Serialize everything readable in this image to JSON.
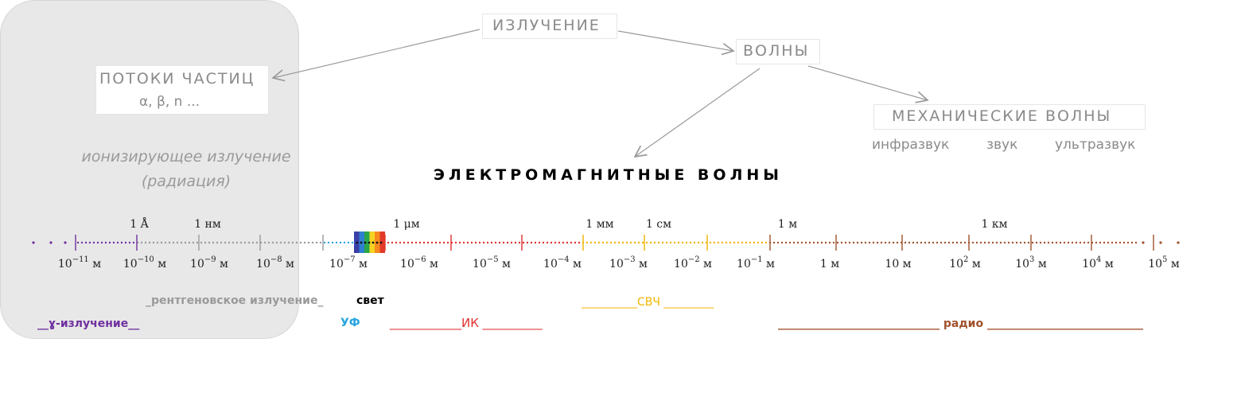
{
  "header": {
    "radiation": "ИЗЛУЧЕНИЕ",
    "waves": "ВОЛНЫ",
    "particle_streams": "ПОТОКИ ЧАСТИЦ",
    "particles": "α, β, n ...",
    "ionizing_line1": "ионизирующее излучение",
    "ionizing_line2": "(радиация)",
    "mechanical_waves": "МЕХАНИЧЕСКИЕ ВОЛНЫ",
    "infrasound": "инфразвук",
    "sound": "звук",
    "ultrasound": "ультразвук",
    "em_waves": "ЭЛЕКТРОМАГНИТНЫЕ  ВОЛНЫ"
  },
  "scale": {
    "unit": "м",
    "exponents": [
      "−11",
      "−10",
      "−9",
      "−8",
      "−7",
      "−6",
      "−5",
      "−4",
      "−3",
      "−2",
      "−1",
      "",
      "",
      "2",
      "3",
      "4",
      "5"
    ],
    "bases": [
      "10",
      "10",
      "10",
      "10",
      "10",
      "10",
      "10",
      "10",
      "10",
      "10",
      "10",
      "1",
      "10",
      "10",
      "10",
      "10",
      "10"
    ],
    "named_units": [
      {
        "label": "1 Å",
        "tick_index": 1
      },
      {
        "label": "1 нм",
        "tick_index": 2
      },
      {
        "label": "1 μм",
        "tick_index": 5
      },
      {
        "label": "1 мм",
        "tick_index": 8
      },
      {
        "label": "1 см",
        "tick_index": 9
      },
      {
        "label": "1 м",
        "tick_index": 11
      },
      {
        "label": "1 км",
        "tick_index": 14
      }
    ]
  },
  "bands": {
    "xray": "_рентгеновское излучение_",
    "light": "свет",
    "microwave": "__________СВЧ _________",
    "gamma": "__ɣ-излучение__",
    "uv": "УФ",
    "ir": "____________ИК __________",
    "radio": "_____________________________ радио ____________________________"
  },
  "colors": {
    "gamma": "#7030a0",
    "xray": "#9a9a9a",
    "uv": "#2aa6df",
    "ir": "#e03030",
    "microwave": "#f0b400",
    "radio": "#a0522d",
    "light": "#000000"
  }
}
